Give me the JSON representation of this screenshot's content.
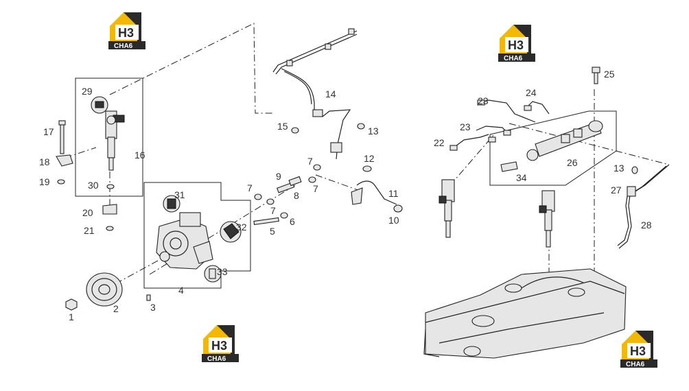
{
  "watermark": {
    "line1": "H3",
    "line2": "CHA6",
    "color_yellow": "#f5b800",
    "color_dark": "#2a2a2a"
  },
  "callouts": [
    {
      "id": "1",
      "label": "1"
    },
    {
      "id": "2",
      "label": "2"
    },
    {
      "id": "3",
      "label": "3"
    },
    {
      "id": "4",
      "label": "4"
    },
    {
      "id": "5",
      "label": "5"
    },
    {
      "id": "6",
      "label": "6"
    },
    {
      "id": "7a",
      "label": "7"
    },
    {
      "id": "7b",
      "label": "7"
    },
    {
      "id": "7c",
      "label": "7"
    },
    {
      "id": "7d",
      "label": "7"
    },
    {
      "id": "8",
      "label": "8"
    },
    {
      "id": "9",
      "label": "9"
    },
    {
      "id": "10",
      "label": "10"
    },
    {
      "id": "11",
      "label": "11"
    },
    {
      "id": "12",
      "label": "12"
    },
    {
      "id": "13a",
      "label": "13"
    },
    {
      "id": "13b",
      "label": "13"
    },
    {
      "id": "14",
      "label": "14"
    },
    {
      "id": "15",
      "label": "15"
    },
    {
      "id": "16",
      "label": "16"
    },
    {
      "id": "17",
      "label": "17"
    },
    {
      "id": "18",
      "label": "18"
    },
    {
      "id": "19",
      "label": "19"
    },
    {
      "id": "20",
      "label": "20"
    },
    {
      "id": "21",
      "label": "21"
    },
    {
      "id": "22",
      "label": "22"
    },
    {
      "id": "23a",
      "label": "23"
    },
    {
      "id": "23b",
      "label": "23"
    },
    {
      "id": "24",
      "label": "24"
    },
    {
      "id": "25",
      "label": "25"
    },
    {
      "id": "26",
      "label": "26"
    },
    {
      "id": "27",
      "label": "27"
    },
    {
      "id": "28",
      "label": "28"
    },
    {
      "id": "29",
      "label": "29"
    },
    {
      "id": "30",
      "label": "30"
    },
    {
      "id": "31",
      "label": "31"
    },
    {
      "id": "32",
      "label": "32"
    },
    {
      "id": "33",
      "label": "33"
    },
    {
      "id": "34",
      "label": "34"
    }
  ]
}
